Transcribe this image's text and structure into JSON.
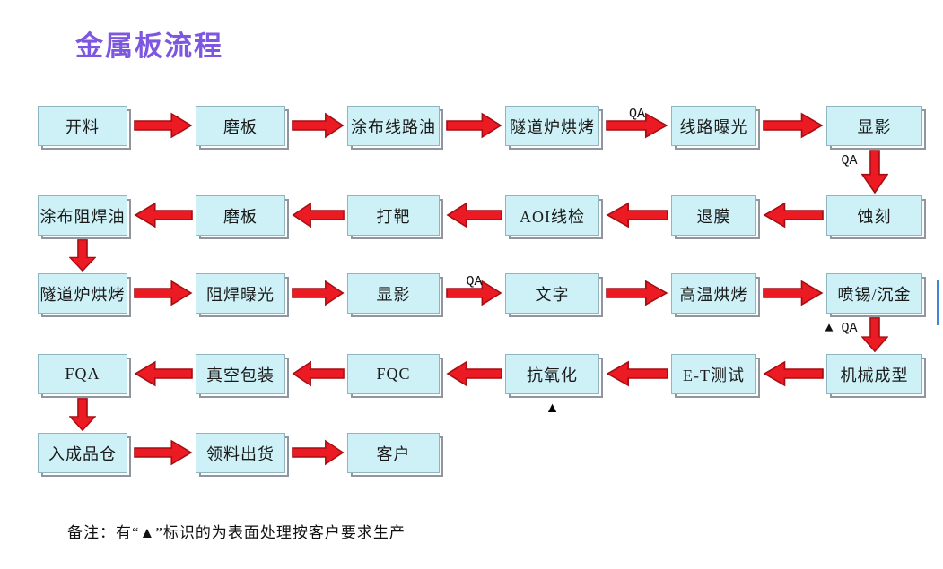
{
  "title": "金属板流程",
  "note": "备注：有“▲”标识的为表面处理按客户要求生产",
  "colors": {
    "box_fill": "#cdf1f7",
    "box_border": "#8fb6c0",
    "box_shadow": "#8f969e",
    "arrow_fill": "#ec1b23",
    "arrow_stroke": "#a50d12",
    "title_color": "#7e57e0",
    "edge_mark": "#4285d6"
  },
  "rows": [
    {
      "direction": "right",
      "nodes": [
        {
          "col": 0,
          "label": "开料"
        },
        {
          "col": 1,
          "label": "磨板"
        },
        {
          "col": 2,
          "label": "涂布线路油"
        },
        {
          "col": 3,
          "label": "隧道炉烘烤"
        },
        {
          "col": 4,
          "label": "线路曝光"
        },
        {
          "col": 5,
          "label": "显影"
        }
      ],
      "arrows": [
        {
          "between": [
            0,
            1
          ]
        },
        {
          "between": [
            1,
            2
          ]
        },
        {
          "between": [
            2,
            3
          ]
        },
        {
          "between": [
            3,
            4
          ],
          "label": "QA"
        },
        {
          "between": [
            4,
            5
          ]
        }
      ]
    },
    {
      "direction": "left",
      "nodes": [
        {
          "col": 0,
          "label": "涂布阻焊油"
        },
        {
          "col": 1,
          "label": "磨板"
        },
        {
          "col": 2,
          "label": "打靶"
        },
        {
          "col": 3,
          "label": "AOI线检"
        },
        {
          "col": 4,
          "label": "退膜"
        },
        {
          "col": 5,
          "label": "蚀刻"
        }
      ],
      "arrows": [
        {
          "between": [
            5,
            4
          ]
        },
        {
          "between": [
            4,
            3
          ]
        },
        {
          "between": [
            3,
            2
          ]
        },
        {
          "between": [
            2,
            1
          ]
        },
        {
          "between": [
            1,
            0
          ]
        }
      ]
    },
    {
      "direction": "right",
      "nodes": [
        {
          "col": 0,
          "label": "隧道炉烘烤"
        },
        {
          "col": 1,
          "label": "阻焊曝光"
        },
        {
          "col": 2,
          "label": "显影"
        },
        {
          "col": 3,
          "label": "文字"
        },
        {
          "col": 4,
          "label": "高温烘烤"
        },
        {
          "col": 5,
          "label": "喷锡/沉金"
        }
      ],
      "arrows": [
        {
          "between": [
            0,
            1
          ]
        },
        {
          "between": [
            1,
            2
          ]
        },
        {
          "between": [
            2,
            3
          ],
          "label": "QA"
        },
        {
          "between": [
            3,
            4
          ]
        },
        {
          "between": [
            4,
            5
          ]
        }
      ]
    },
    {
      "direction": "left",
      "nodes": [
        {
          "col": 0,
          "label": "FQA"
        },
        {
          "col": 1,
          "label": "真空包装"
        },
        {
          "col": 2,
          "label": "FQC"
        },
        {
          "col": 3,
          "label": "抗氧化"
        },
        {
          "col": 4,
          "label": "E-T测试"
        },
        {
          "col": 5,
          "label": "机械成型"
        }
      ],
      "arrows": [
        {
          "between": [
            5,
            4
          ]
        },
        {
          "between": [
            4,
            3
          ]
        },
        {
          "between": [
            3,
            2
          ]
        },
        {
          "between": [
            2,
            1
          ]
        },
        {
          "between": [
            1,
            0
          ]
        }
      ]
    },
    {
      "direction": "right",
      "nodes": [
        {
          "col": 0,
          "label": "入成品仓"
        },
        {
          "col": 1,
          "label": "领料出货"
        },
        {
          "col": 2,
          "label": "客户"
        }
      ],
      "arrows": [
        {
          "between": [
            0,
            1
          ]
        },
        {
          "between": [
            1,
            2
          ]
        }
      ]
    }
  ],
  "varrows": [
    {
      "from_row": 0,
      "col": 5,
      "label": "QA"
    },
    {
      "from_row": 1,
      "col": 0
    },
    {
      "from_row": 2,
      "col": 5,
      "label": "▲ QA"
    },
    {
      "from_row": 3,
      "col": 0
    }
  ],
  "marks": [
    {
      "row": 3,
      "col": 3,
      "symbol": "▲"
    }
  ]
}
